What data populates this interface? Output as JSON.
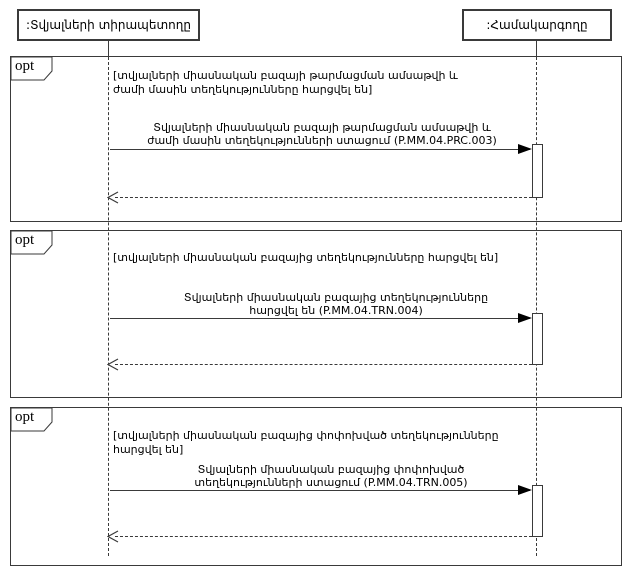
{
  "diagram": {
    "type": "uml-sequence",
    "colors": {
      "line": "#3a3a3a",
      "arrow_fill": "#000000",
      "background": "#ffffff"
    },
    "actors": [
      {
        "name": ":Տվյալների տիրապետողը"
      },
      {
        "name": ":Համակարգողը"
      }
    ],
    "fragments": [
      {
        "operator": "opt",
        "guard": "[տվյալների միասնական բազայի թարմացման ամսաթվի և ժամի մասին տեղեկությունները հարցվել են]",
        "message": {
          "text": "Տվյալների միասնական բազայի թարմացման ամսաթվի և ժամի մասին տեղեկությունների ստացում",
          "code": "(P.MM.04.PRC.003)"
        }
      },
      {
        "operator": "opt",
        "guard": "[տվյալների միասնական բազայից տեղեկությունները հարցվել են]",
        "message": {
          "text": "Տվյալների միասնական բազայից տեղեկությունները հարցվել են",
          "code": "(P.MM.04.TRN.004)"
        }
      },
      {
        "operator": "opt",
        "guard": "[տվյալների միասնական բազայից փոփոխված տեղեկությունները հարցվել են]",
        "message": {
          "text": "Տվյալների միասնական բազայից փոփոխված տեղեկությունների ստացում",
          "code": "(P.MM.04.TRN.005)"
        }
      }
    ]
  }
}
